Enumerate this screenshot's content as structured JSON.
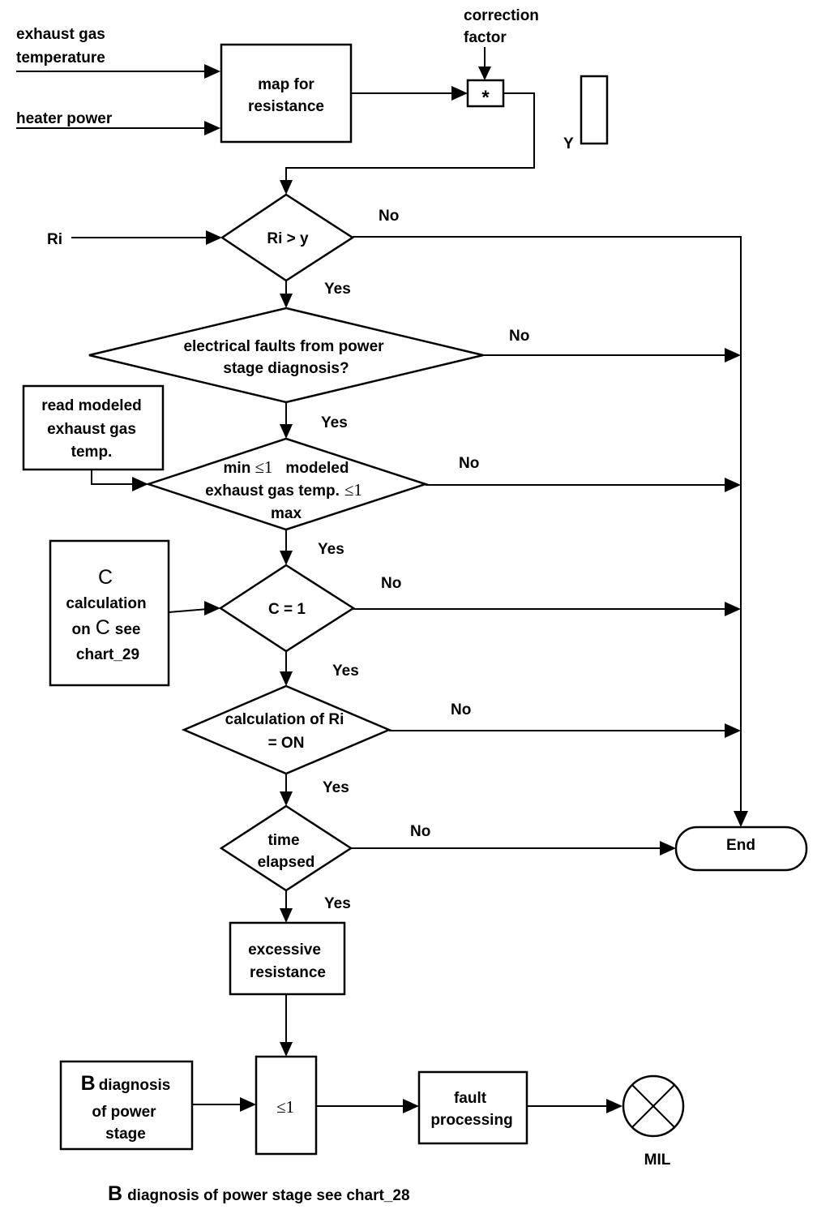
{
  "inputs": {
    "exhaust_gas_temp_line1": "exhaust gas",
    "exhaust_gas_temp_line2": "temperature",
    "heater_power": "heater power",
    "ri": "Ri",
    "correction_line1": "correction",
    "correction_line2": "factor",
    "y_label": "Y"
  },
  "blocks": {
    "map_line1": "map for",
    "map_line2": "resistance",
    "multiply": "*",
    "read_modeled_line1": "read modeled",
    "read_modeled_line2": "exhaust gas",
    "read_modeled_line3": "temp.",
    "c_calc_symbol": "C",
    "c_calc_line1": "calculation",
    "c_calc_on": "on",
    "c_calc_symbol2": "C",
    "c_calc_see": "see",
    "c_calc_chart": "chart_29",
    "excessive_line1": "excessive",
    "excessive_line2": "resistance",
    "b_symbol": "B",
    "b_line1": "diagnosis",
    "b_line2": "of power",
    "b_line3": "stage",
    "or_gate": "≤1",
    "fault_line1": "fault",
    "fault_line2": "processing",
    "end": "End",
    "mil": "MIL"
  },
  "decisions": {
    "ri_gt_y": "Ri > y",
    "electrical_line1": "electrical faults from power",
    "electrical_line2": "stage diagnosis?",
    "min_line1_a": "min",
    "min_line1_sym": "≤1",
    "min_line1_b": "modeled",
    "min_line2_a": "exhaust gas temp.",
    "min_line2_sym": "≤1",
    "min_line3": "max",
    "c_eq_1": "C = 1",
    "calc_ri_line1": "calculation of Ri",
    "calc_ri_line2": "= ON",
    "time_line1": "time",
    "time_line2": "elapsed"
  },
  "labels": {
    "yes": "Yes",
    "no": "No"
  },
  "footnote": {
    "symbol": "B",
    "text": "diagnosis of power stage see chart_28"
  }
}
